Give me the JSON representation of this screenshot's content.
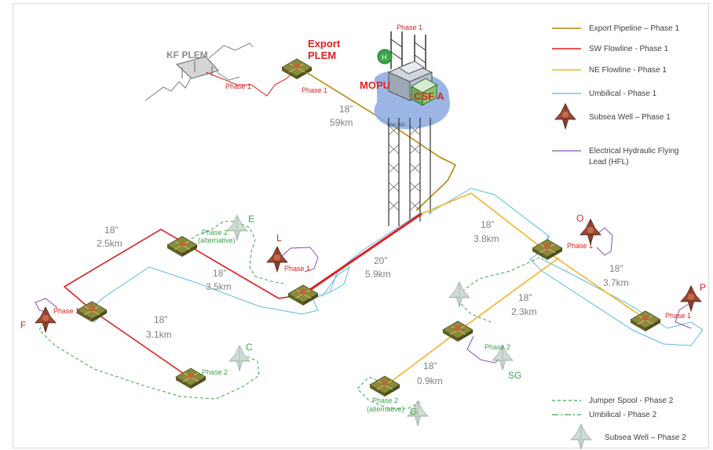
{
  "colors": {
    "export": "#b8860b",
    "sw": "#e02020",
    "ne": "#f5b324",
    "umbilical": "#5ab9e6",
    "hfl": "#8b4fb3",
    "phase2": "#3aa64a",
    "well1": "#8b3a2a",
    "well2": "#b9cfc3",
    "manifold": "#7a7a3a"
  },
  "icons": {
    "subsea_well_phase1": "subsea-well-brown-icon",
    "subsea_well_phase2": "subsea-well-green-icon",
    "manifold": "manifold-template-icon",
    "platform": "mopu-platform-icon"
  },
  "legend": {
    "export": "Export Pipeline – Phase 1",
    "sw": "SW Flowline - Phase 1",
    "ne": "NE Flowline - Phase 1",
    "umbilical": "Umbilical - Phase 1",
    "well1": "Subsea Well – Phase 1",
    "hfl_line1": "Electrical Hydraulic Flying",
    "hfl_line2": "Lead (HFL)",
    "jumper": "Jumper Spool - Phase 2",
    "umbilical2": "Umbilical - Phase 2",
    "well2": "Subsea Well – Phase 2"
  },
  "labels": {
    "kf_plem": "KF PLEM",
    "export_plem_1": "Export",
    "export_plem_2": "PLEM",
    "mopu": "MOPU",
    "csf": "CSF A",
    "wd": "90m WD",
    "phase1": "Phase 1",
    "phase2": "Phase 2",
    "phase2_alt_1": "Phase 2",
    "phase2_alt_2": "(alternative)",
    "well_e": "E",
    "well_l": "L",
    "well_f": "F",
    "well_c": "C",
    "well_o": "O",
    "well_p": "P",
    "well_sg": "SG",
    "well_g": "G"
  },
  "segments": {
    "export_size": "18”",
    "export_len": "59km",
    "sw_top_size": "18”",
    "sw_top_len": "2.5km",
    "sw_mid_size": "18”",
    "sw_mid_len": "3.5km",
    "sw_main_size": "20”",
    "sw_main_len": "5.9km",
    "sw_bot_size": "18”",
    "sw_bot_len": "3.1km",
    "ne_main_size": "18”",
    "ne_main_len": "3.8km",
    "ne_p_size": "18”",
    "ne_p_len": "3.7km",
    "ne_sg_size": "18”",
    "ne_sg_len": "2.3km",
    "ne_g_size": "18”",
    "ne_g_len": "0.9km"
  }
}
